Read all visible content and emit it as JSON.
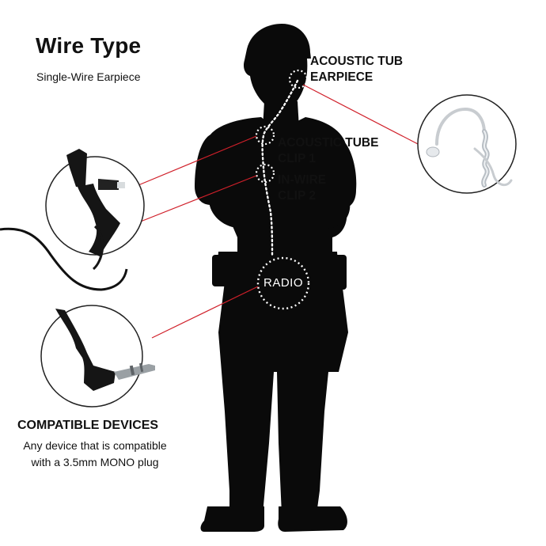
{
  "title": "Wire Type",
  "subtitle": "Single-Wire Earpiece",
  "labels": {
    "earpiece": [
      "ACOUSTIC TUB",
      "EARPIECE"
    ],
    "clip1": [
      "ACOUSTIC TUBE",
      "CLIP 1"
    ],
    "clip2": [
      "IN-WIRE",
      "CLIP 2"
    ],
    "radio": "RADIO"
  },
  "compatible": {
    "heading": "COMPATIBLE DEVICES",
    "body": "Any device that is compatible with a 3.5mm MONO plug"
  },
  "colors": {
    "silhouette": "#0a0a0a",
    "leader_line": "#d0202a",
    "dotted_path": "#ffffff",
    "text": "#111111"
  }
}
